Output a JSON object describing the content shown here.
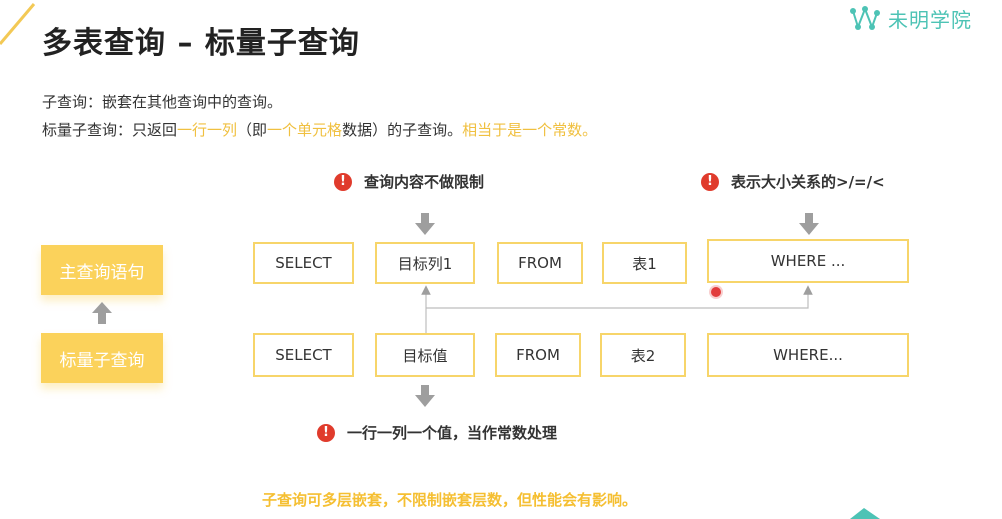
{
  "header": {
    "title": "多表查询 – 标量子查询",
    "logo_text": "未明学院"
  },
  "definitions": {
    "line1": "子查询：嵌套在其他查询中的查询。",
    "line2_part1": "标量子查询：只返回",
    "line2_hl1": "一行一列",
    "line2_part2": "（即",
    "line2_hl2": "一个单元格",
    "line2_part3": "数据）的子查询。",
    "line2_hl3": "相当于是一个常数。"
  },
  "notes": {
    "content_unrestricted": "查询内容不做限制",
    "comparison_ops": "表示大小关系的>/=/<",
    "single_value": "一行一列一个值，当作常数处理"
  },
  "side": {
    "main_query": "主查询语句",
    "scalar_subquery": "标量子查询"
  },
  "main_row": {
    "select": "SELECT",
    "target_col": "目标列1",
    "from": "FROM",
    "table": "表1",
    "where": "WHERE ..."
  },
  "sub_row": {
    "select": "SELECT",
    "target_val": "目标值",
    "from": "FROM",
    "table": "表2",
    "where": "WHERE..."
  },
  "footer": {
    "text": "子查询可多层嵌套，不限制嵌套层数，但性能会有影响。"
  },
  "icons": {
    "warning": "exclamation-circle-icon",
    "arrow_down": "arrow-down-icon",
    "arrow_up": "arrow-up-icon",
    "logo": "molecule-logo-icon"
  },
  "colors": {
    "accent_yellow": "#fbd25b",
    "border_yellow": "#f7d56a",
    "highlight": "#f0c040",
    "warning_red": "#e03b2c",
    "logo_teal": "#4dc3b5",
    "arrow_gray": "#9e9e9e"
  }
}
